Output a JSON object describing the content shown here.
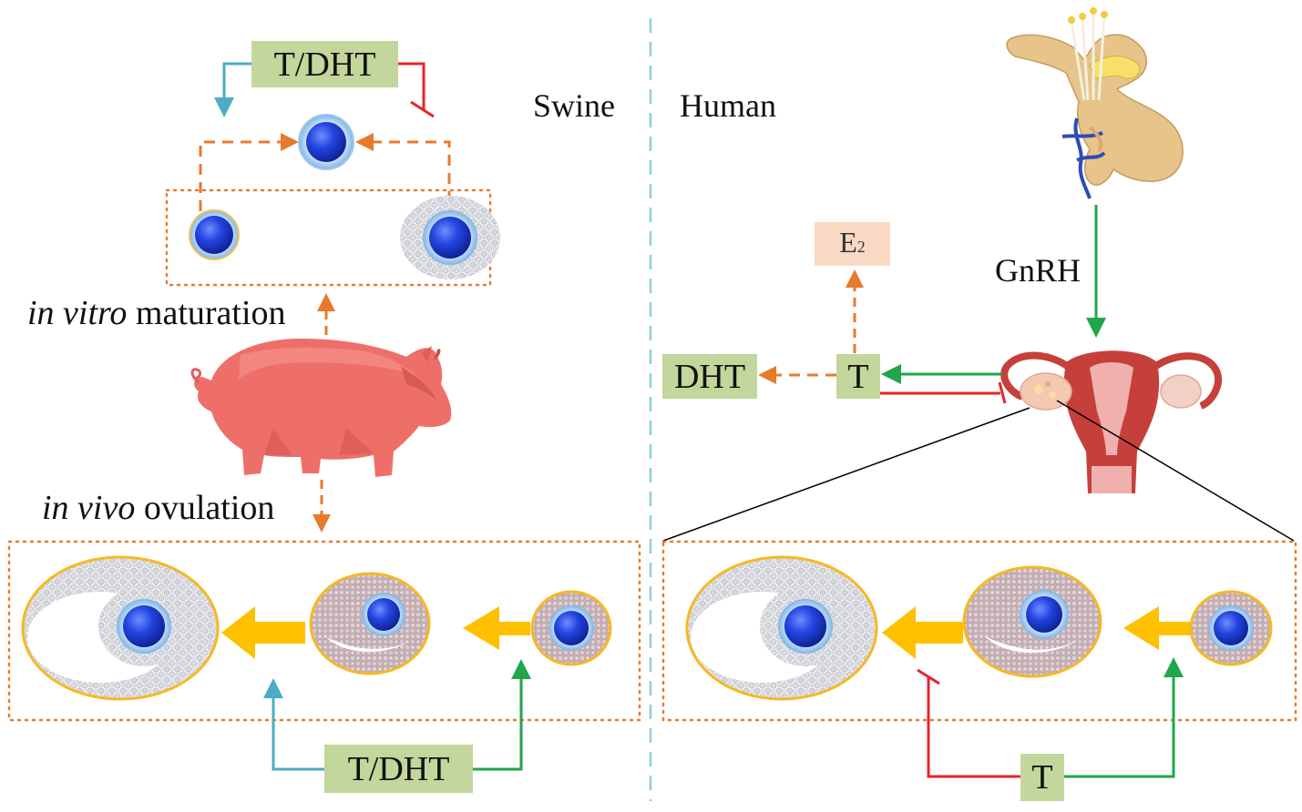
{
  "regions": {
    "swine": "Swine",
    "human": "Human"
  },
  "swine": {
    "hormone_top": "T/DHT",
    "hormone_bottom": "T/DHT",
    "in_vitro_italic": "in vitro",
    "in_vitro_rest": " maturation",
    "in_vivo_italic": "in vivo",
    "in_vivo_rest": " ovulation"
  },
  "human": {
    "gnrh": "GnRH",
    "e2_main": "E",
    "e2_sub": "2",
    "dht": "DHT",
    "t_center": "T",
    "t_bottom": "T"
  },
  "colors": {
    "hormone_box": "#c3d69b",
    "estradiol_box": "#f9d9c3",
    "promote_blue": "#4bacc6",
    "inhibit_red": "#e4252b",
    "promote_green": "#1fa64a",
    "conversion_orange": "#e87a2b",
    "follicle_arrow": "#ffc000",
    "divider": "#92cddc",
    "oocyte": "#1e3fd6"
  },
  "icons": {
    "swine_image": "pig-icon",
    "hypothalamus_pituitary": "brain-pituitary-icon",
    "reproductive_tract": "uterus-ovary-icon"
  }
}
